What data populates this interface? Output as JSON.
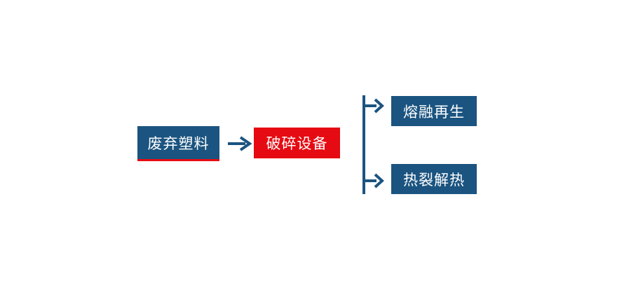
{
  "diagram": {
    "nodes": {
      "source": {
        "label": "废弃塑料"
      },
      "process": {
        "label": "破碎设备"
      },
      "branch_top": {
        "label": "熔融再生"
      },
      "branch_bottom": {
        "label": "热裂解热"
      }
    },
    "colors": {
      "background": "#ffffff",
      "node_blue": "#1b5480",
      "node_red": "#e60b12",
      "connector_blue": "#1b5480",
      "source_underline_red": "#e60b12",
      "label_text": "#ffffff"
    },
    "icons": {
      "main_arrow": "arrow-right-icon",
      "branch_arrow_top": "arrow-right-icon",
      "branch_arrow_bottom": "arrow-right-icon"
    }
  }
}
